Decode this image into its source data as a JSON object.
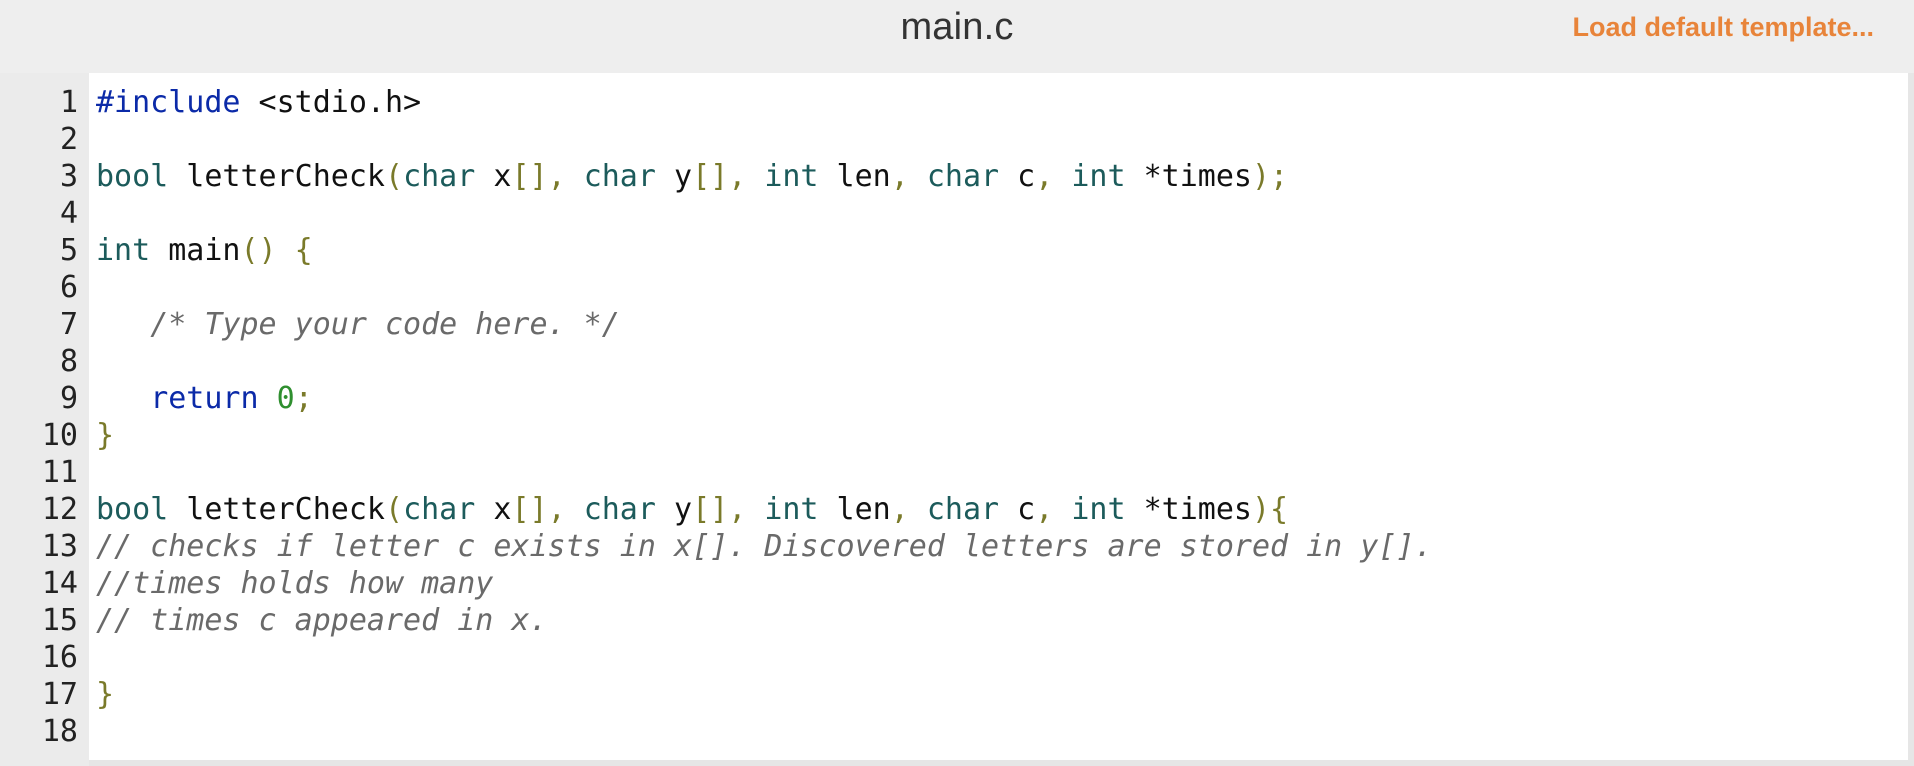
{
  "header": {
    "filename": "main.c",
    "load_template_label": "Load default template..."
  },
  "editor": {
    "lines": [
      {
        "n": "1",
        "tokens": [
          {
            "t": "#include",
            "c": "kw"
          },
          {
            "t": " <stdio.h>",
            "c": "pl"
          }
        ]
      },
      {
        "n": "2",
        "tokens": []
      },
      {
        "n": "3",
        "tokens": [
          {
            "t": "bool",
            "c": "ty"
          },
          {
            "t": " letterCheck",
            "c": "pl"
          },
          {
            "t": "(",
            "c": "pu"
          },
          {
            "t": "char",
            "c": "ty"
          },
          {
            "t": " x",
            "c": "pl"
          },
          {
            "t": "[]",
            "c": "pu"
          },
          {
            "t": ", ",
            "c": "pu"
          },
          {
            "t": "char",
            "c": "ty"
          },
          {
            "t": " y",
            "c": "pl"
          },
          {
            "t": "[]",
            "c": "pu"
          },
          {
            "t": ", ",
            "c": "pu"
          },
          {
            "t": "int",
            "c": "ty"
          },
          {
            "t": " len",
            "c": "pl"
          },
          {
            "t": ", ",
            "c": "pu"
          },
          {
            "t": "char",
            "c": "ty"
          },
          {
            "t": " c",
            "c": "pl"
          },
          {
            "t": ", ",
            "c": "pu"
          },
          {
            "t": "int",
            "c": "ty"
          },
          {
            "t": " *times",
            "c": "pl"
          },
          {
            "t": ");",
            "c": "pu"
          }
        ]
      },
      {
        "n": "4",
        "tokens": []
      },
      {
        "n": "5",
        "tokens": [
          {
            "t": "int",
            "c": "ty"
          },
          {
            "t": " main",
            "c": "pl"
          },
          {
            "t": "()",
            "c": "pu"
          },
          {
            "t": " {",
            "c": "pu"
          }
        ]
      },
      {
        "n": "6",
        "tokens": []
      },
      {
        "n": "7",
        "tokens": [
          {
            "t": "   ",
            "c": "pl"
          },
          {
            "t": "/* Type your code here. */",
            "c": "cm"
          }
        ]
      },
      {
        "n": "8",
        "tokens": []
      },
      {
        "n": "9",
        "tokens": [
          {
            "t": "   ",
            "c": "pl"
          },
          {
            "t": "return",
            "c": "kw"
          },
          {
            "t": " ",
            "c": "pl"
          },
          {
            "t": "0",
            "c": "nu"
          },
          {
            "t": ";",
            "c": "pu"
          }
        ]
      },
      {
        "n": "10",
        "tokens": [
          {
            "t": "}",
            "c": "pu"
          }
        ]
      },
      {
        "n": "11",
        "tokens": []
      },
      {
        "n": "12",
        "tokens": [
          {
            "t": "bool",
            "c": "ty"
          },
          {
            "t": " letterCheck",
            "c": "pl"
          },
          {
            "t": "(",
            "c": "pu"
          },
          {
            "t": "char",
            "c": "ty"
          },
          {
            "t": " x",
            "c": "pl"
          },
          {
            "t": "[]",
            "c": "pu"
          },
          {
            "t": ", ",
            "c": "pu"
          },
          {
            "t": "char",
            "c": "ty"
          },
          {
            "t": " y",
            "c": "pl"
          },
          {
            "t": "[]",
            "c": "pu"
          },
          {
            "t": ", ",
            "c": "pu"
          },
          {
            "t": "int",
            "c": "ty"
          },
          {
            "t": " len",
            "c": "pl"
          },
          {
            "t": ", ",
            "c": "pu"
          },
          {
            "t": "char",
            "c": "ty"
          },
          {
            "t": " c",
            "c": "pl"
          },
          {
            "t": ", ",
            "c": "pu"
          },
          {
            "t": "int",
            "c": "ty"
          },
          {
            "t": " *times",
            "c": "pl"
          },
          {
            "t": "){",
            "c": "pu"
          }
        ]
      },
      {
        "n": "13",
        "tokens": [
          {
            "t": "// checks if letter c exists in x[]. Discovered letters are stored in y[].",
            "c": "cm"
          }
        ]
      },
      {
        "n": "14",
        "tokens": [
          {
            "t": "//times holds how many",
            "c": "cm"
          }
        ]
      },
      {
        "n": "15",
        "tokens": [
          {
            "t": "// times c appeared in x.",
            "c": "cm"
          }
        ]
      },
      {
        "n": "16",
        "tokens": []
      },
      {
        "n": "17",
        "tokens": [
          {
            "t": "}",
            "c": "pu"
          }
        ]
      },
      {
        "n": "18",
        "tokens": []
      }
    ]
  },
  "colors": {
    "accent_link": "#e8843a",
    "gutter_bg": "#ebebeb",
    "header_bg": "#eeeeee"
  }
}
